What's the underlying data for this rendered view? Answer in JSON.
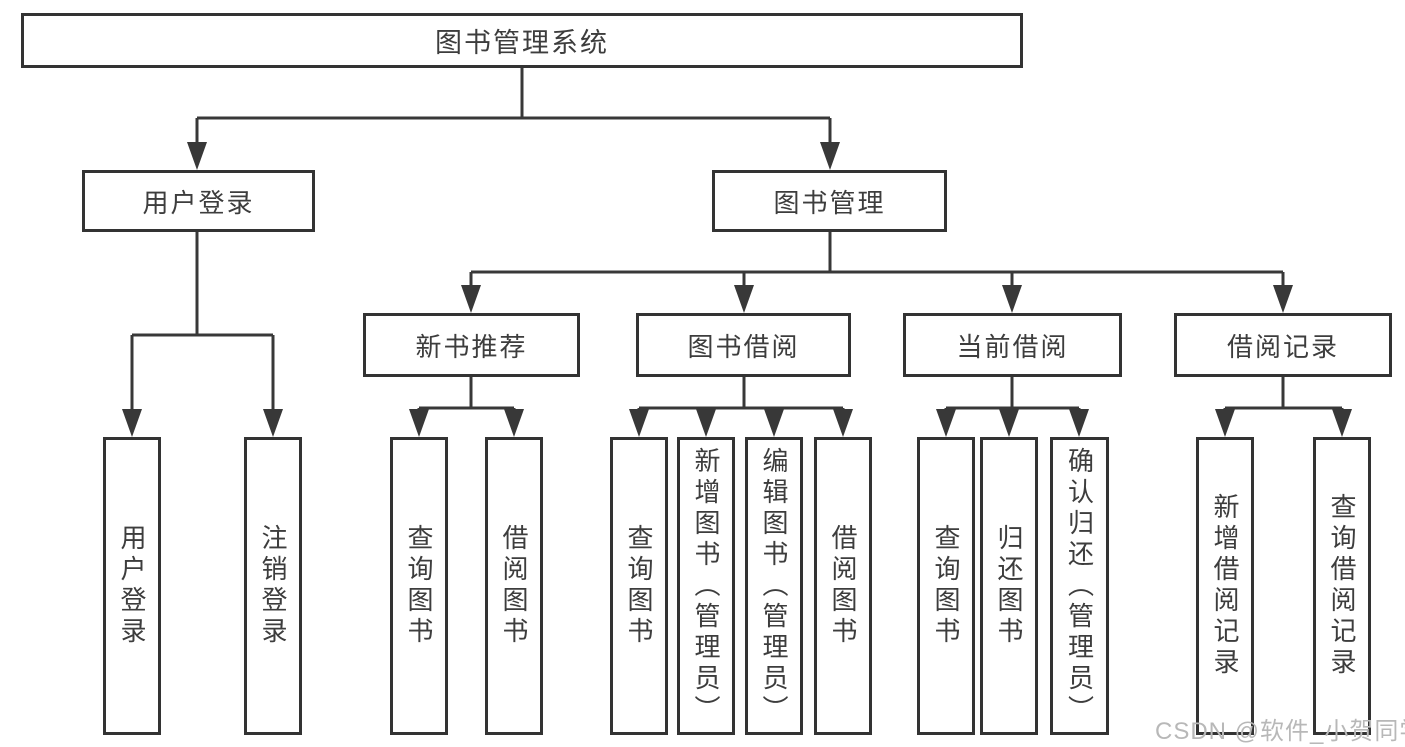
{
  "diagram": {
    "title": "图书管理系统",
    "root": {
      "label": "图书管理系统"
    },
    "branches": [
      {
        "label": "用户登录"
      },
      {
        "label": "图书管理"
      }
    ],
    "groups": [
      {
        "label": "新书推荐",
        "parent": "图书管理"
      },
      {
        "label": "图书借阅",
        "parent": "图书管理"
      },
      {
        "label": "当前借阅",
        "parent": "图书管理"
      },
      {
        "label": "借阅记录",
        "parent": "图书管理"
      }
    ],
    "leaves": [
      {
        "label": "用户登录",
        "parent": "用户登录"
      },
      {
        "label": "注销登录",
        "parent": "用户登录"
      },
      {
        "label": "查询图书",
        "parent": "新书推荐"
      },
      {
        "label": "借阅图书",
        "parent": "新书推荐"
      },
      {
        "label": "查询图书",
        "parent": "图书借阅"
      },
      {
        "label": "新增图书（管理员）",
        "parent": "图书借阅"
      },
      {
        "label": "编辑图书（管理员）",
        "parent": "图书借阅"
      },
      {
        "label": "借阅图书",
        "parent": "图书借阅"
      },
      {
        "label": "查询图书",
        "parent": "当前借阅"
      },
      {
        "label": "归还图书",
        "parent": "当前借阅"
      },
      {
        "label": "确认归还（管理员）",
        "parent": "当前借阅"
      },
      {
        "label": "新增借阅记录",
        "parent": "借阅记录"
      },
      {
        "label": "查询借阅记录",
        "parent": "借阅记录"
      }
    ],
    "colors": {
      "line": "#383838",
      "box_border": "#333333",
      "text": "#3d3d3d",
      "background": "#ffffff",
      "watermark": "#b8b8b8"
    }
  },
  "watermark": {
    "text": "CSDN @软件_小贺同学"
  }
}
